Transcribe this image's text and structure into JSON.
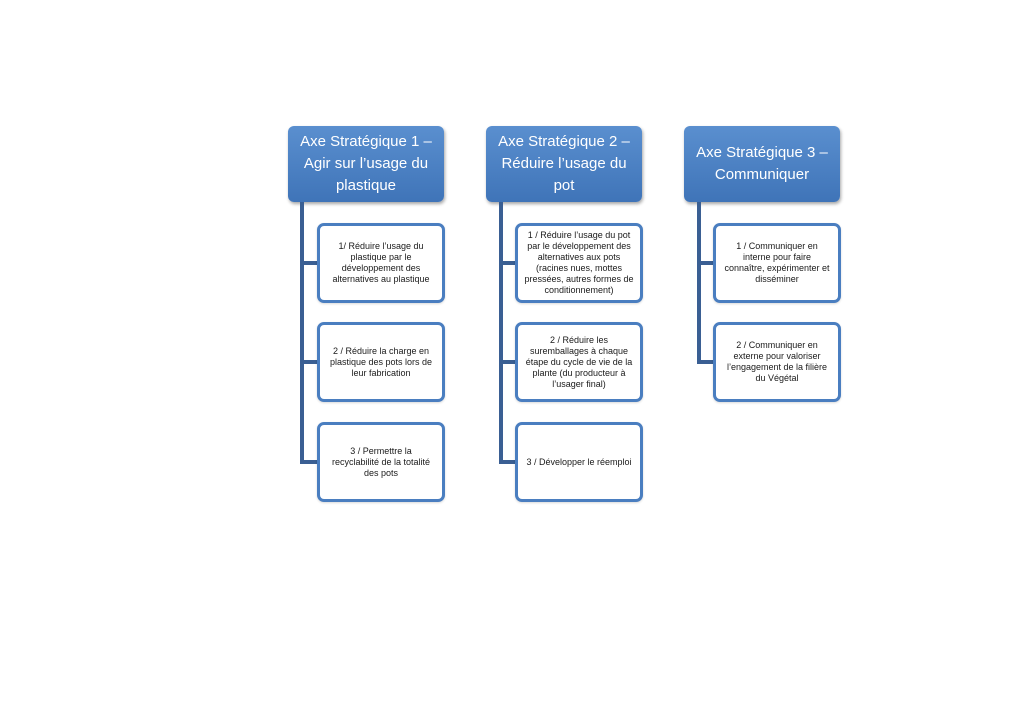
{
  "axes": [
    {
      "title_line1": "Axe Stratégique 1 –",
      "title_rest": "Agir sur l’usage du plastique",
      "items": [
        "1/ Réduire l’usage du plastique par le développement des alternatives au plastique",
        "2 / Réduire la charge en plastique des pots lors de leur fabrication",
        "3 / Permettre la recyclabilité de la totalité des pots"
      ]
    },
    {
      "title_line1": "Axe Stratégique 2 –",
      "title_rest": "Réduire l’usage du pot",
      "items": [
        "1 / Réduire l’usage du pot par le développement des alternatives aux pots (racines nues, mottes pressées, autres formes de conditionnement)",
        "2 / Réduire les suremballages à chaque étape du cycle de vie de la plante (du producteur à l’usager final)",
        "3 / Développer le réemploi"
      ]
    },
    {
      "title_line1": "Axe Stratégique 3 –",
      "title_rest": "Communiquer",
      "items": [
        "1 / Communiquer en interne pour faire connaître, expérimenter et disséminer",
        "2 / Communiquer en externe pour valoriser l’engagement de la filière du Végétal"
      ]
    }
  ],
  "colors": {
    "header_fill": "#4a7ec0",
    "box_border": "#4a7ec0",
    "connector": "#3a5f93"
  }
}
